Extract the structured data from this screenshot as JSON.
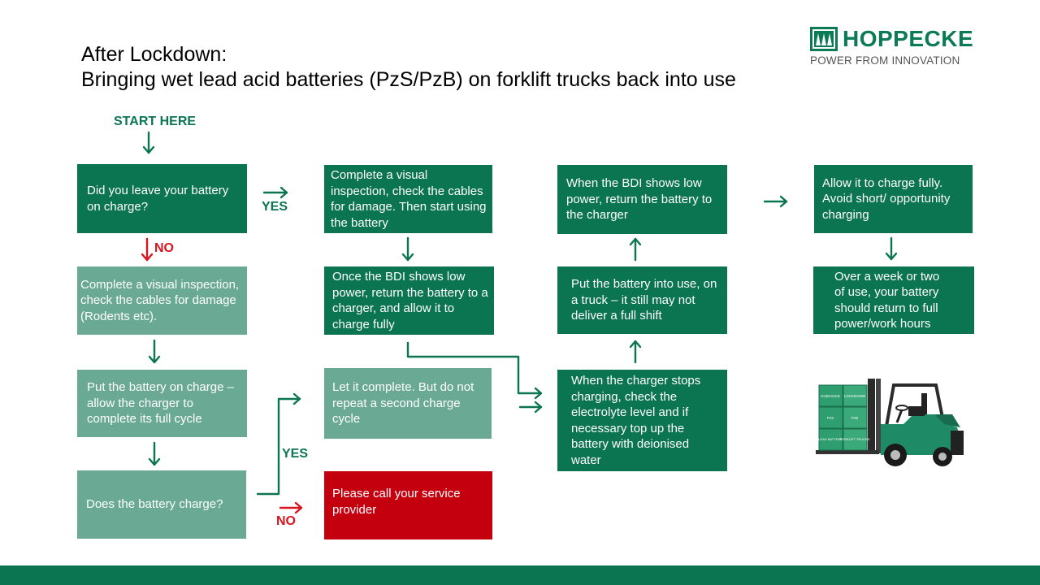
{
  "title": {
    "line1": "After Lockdown:",
    "line2": "Bringing wet lead acid batteries (PzS/PzB) on forklift trucks back into use"
  },
  "logo": {
    "name": "HOPPECKE",
    "tagline": "POWER FROM INNOVATION"
  },
  "labels": {
    "start": "START HERE",
    "yes": "YES",
    "no": "NO"
  },
  "boxes": {
    "left_charge_question": "Did you leave your battery on charge?",
    "visual_inspection_rodents": "Complete a visual inspection, check the cables for damage (Rodents etc).",
    "put_on_charge": "Put the battery on charge – allow the charger to complete its full cycle",
    "does_it_charge": "Does the battery charge?",
    "visual_inspection_start": "Complete a visual inspection, check the cables for damage. Then start using the battery",
    "bdi_low_return_allow": "Once the BDI shows low power, return the battery to a charger, and allow it to charge fully",
    "let_complete": "Let it complete. But do not repeat a second charge cycle",
    "call_service": "Please call your service provider",
    "bdi_low_return": "When the BDI shows low power, return the battery to the charger",
    "put_into_use": "Put the battery into use, on a truck – it still may not deliver a full shift",
    "charger_stops": "When the charger stops charging, check the electrolyte level and if necessary top up the battery with deionised water",
    "allow_charge_fully": "Allow it to charge fully. Avoid short/ opportunity charging",
    "week_or_two": "Over a week or two of use, your battery should return to full power/work hours"
  },
  "forklift": {
    "crates": [
      "GUIDANCE",
      "LOCKDOWN",
      "PzS",
      "PzB",
      "LEAD BATTERY",
      "FORKLIFT TRUCKS"
    ]
  },
  "colors": {
    "dark_green": "#0b7450",
    "light_green": "#6aaa95",
    "red": "#c4000f",
    "arrow_red": "#d9141e"
  }
}
